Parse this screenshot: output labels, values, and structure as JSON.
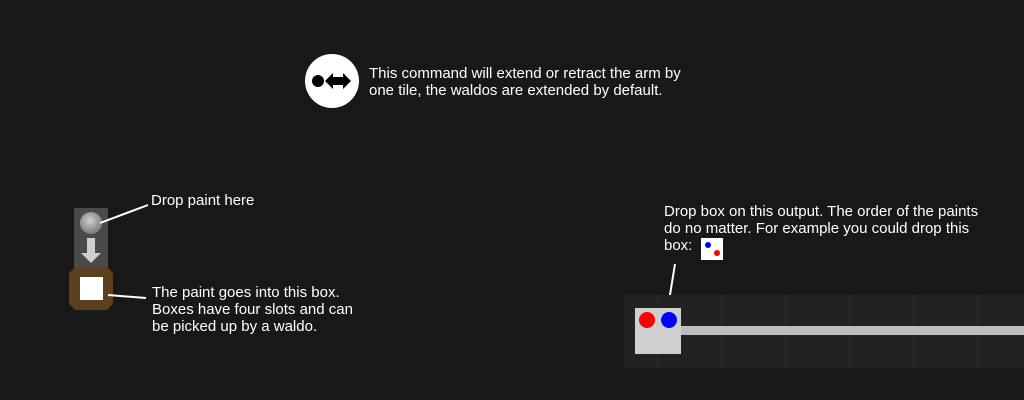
{
  "instructions": {
    "extend_text_line1": "This command will extend or retract the arm by",
    "extend_text_line2": "one tile, the waldos are extended by default.",
    "drop_paint_label": "Drop paint here",
    "paint_box_line1": "The paint goes into this box.",
    "paint_box_line2": "Boxes have four slots and can",
    "paint_box_line3": "be picked up by a waldo.",
    "output_line1": "Drop box on this output. The order of the paints",
    "output_line2": "do no matter. For example you could drop this",
    "output_line3": "box:"
  },
  "icons": {
    "extend": "extend-retract-icon",
    "dispenser": "paint-dispenser-icon",
    "box": "paint-box-icon"
  },
  "output_box_paints": [
    "red",
    "blue"
  ],
  "example_box_paints": [
    "blue",
    "red"
  ],
  "colors": {
    "background": "#181818",
    "text": "#ffffff",
    "red": "#ff0000",
    "blue": "#0000ff",
    "box_frame": "#5c3f1e"
  }
}
